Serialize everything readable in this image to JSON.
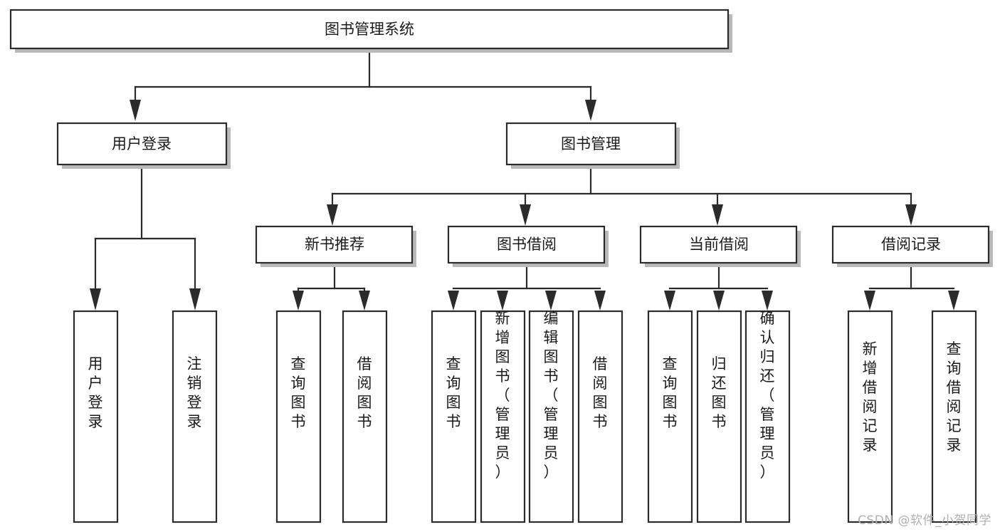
{
  "diagram": {
    "type": "hierarchy-tree",
    "title": "图书管理系统",
    "watermark": "CSDN @软件_小贺同学",
    "colors": {
      "box_fill": "#ffffff",
      "box_stroke": "#2b2b2b",
      "text": "#1a1a1a",
      "shadow": "#b9b9b9",
      "watermark": "#b0b0b0",
      "background": "#ffffff"
    },
    "root": {
      "label": "图书管理系统",
      "orientation": "horizontal"
    },
    "level1": [
      {
        "label": "用户登录",
        "orientation": "horizontal"
      },
      {
        "label": "图书管理",
        "orientation": "horizontal"
      }
    ],
    "level2": [
      {
        "label": "新书推荐",
        "orientation": "horizontal",
        "parent": "图书管理"
      },
      {
        "label": "图书借阅",
        "orientation": "horizontal",
        "parent": "图书管理"
      },
      {
        "label": "当前借阅",
        "orientation": "horizontal",
        "parent": "图书管理"
      },
      {
        "label": "借阅记录",
        "orientation": "horizontal",
        "parent": "图书管理"
      }
    ],
    "leaves": {
      "用户登录": [
        {
          "label": "用户登录",
          "orientation": "vertical"
        },
        {
          "label": "注销登录",
          "orientation": "vertical"
        }
      ],
      "新书推荐": [
        {
          "label": "查询图书",
          "orientation": "vertical"
        },
        {
          "label": "借阅图书",
          "orientation": "vertical"
        }
      ],
      "图书借阅": [
        {
          "label": "查询图书",
          "orientation": "vertical"
        },
        {
          "label": "新增图书（管理员）",
          "orientation": "vertical"
        },
        {
          "label": "编辑图书（管理员）",
          "orientation": "vertical"
        },
        {
          "label": "借阅图书",
          "orientation": "vertical"
        }
      ],
      "当前借阅": [
        {
          "label": "查询图书",
          "orientation": "vertical"
        },
        {
          "label": "归还图书",
          "orientation": "vertical"
        },
        {
          "label": "确认归还（管理员）",
          "orientation": "vertical"
        }
      ],
      "借阅记录": [
        {
          "label": "新增借阅记录",
          "orientation": "vertical"
        },
        {
          "label": "查询借阅记录",
          "orientation": "vertical"
        }
      ]
    }
  }
}
